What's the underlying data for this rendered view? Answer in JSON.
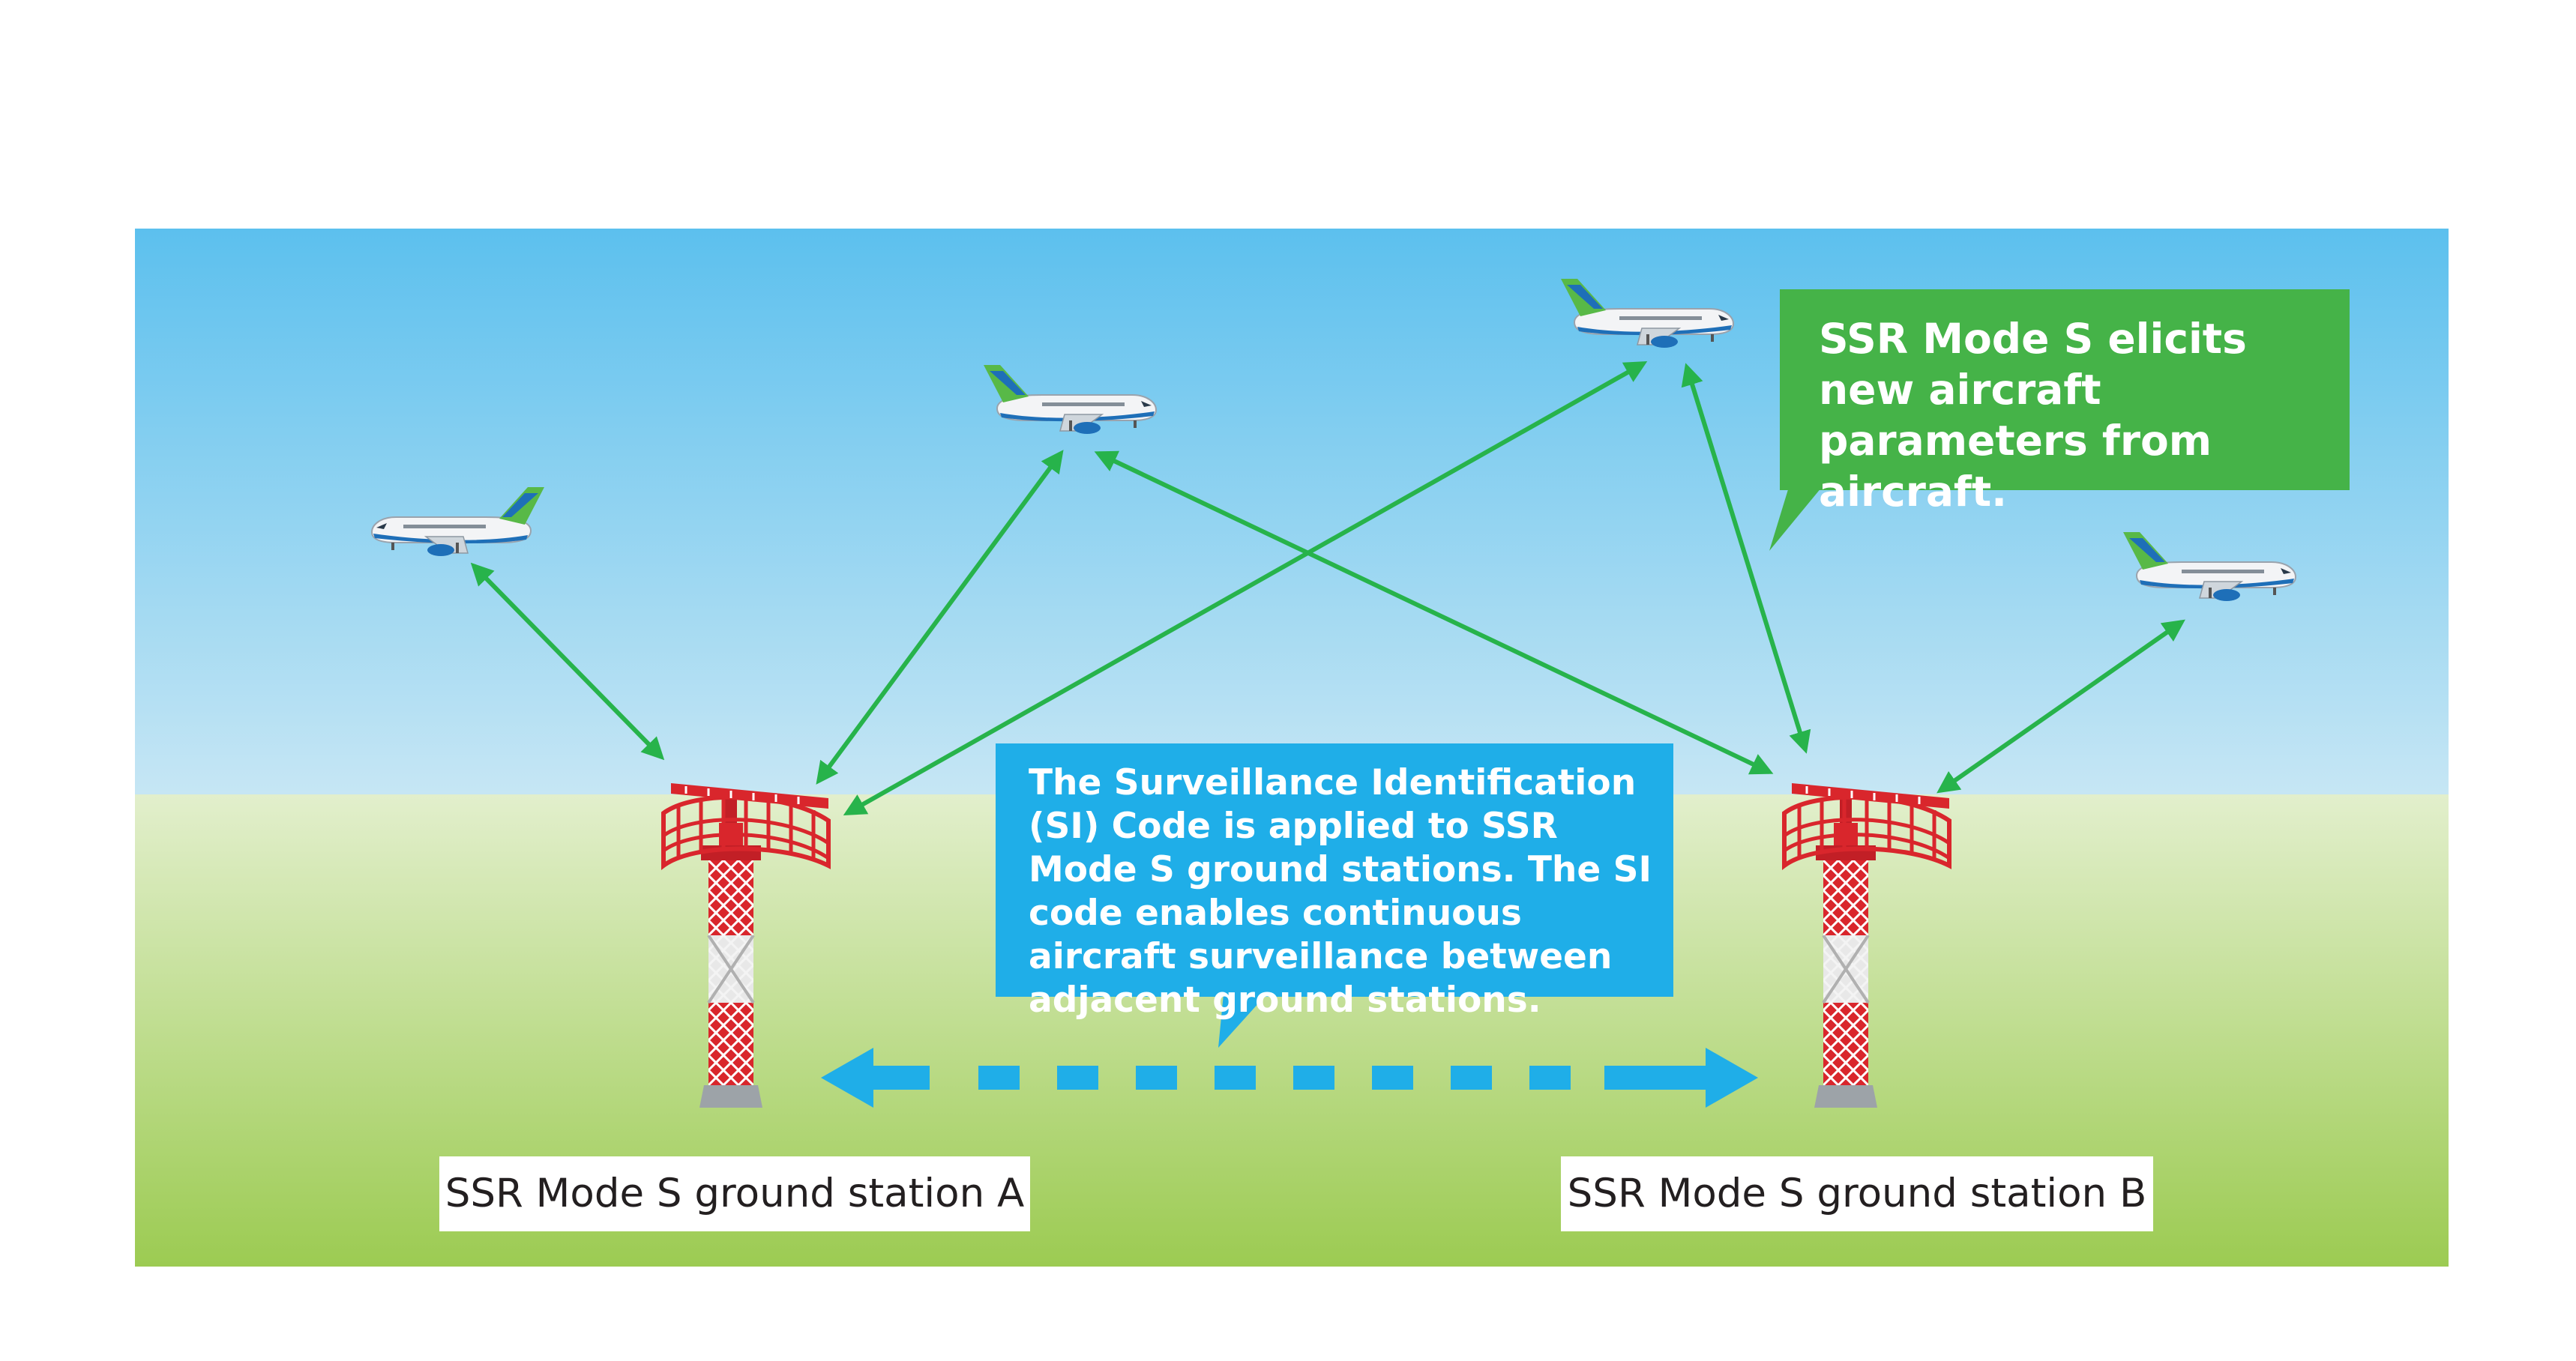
{
  "callouts": {
    "new_parameters": "SSR Mode S elicits new aircraft parameters from aircraft.",
    "si_code": "The Surveillance Identification (SI) Code is applied to SSR Mode S ground stations. The SI code enables continuous aircraft surveillance between adjacent ground stations."
  },
  "stations": {
    "a_label": "SSR Mode S ground station A",
    "b_label": "SSR Mode S ground station B"
  },
  "colors": {
    "sky_top": "#5cc0ee",
    "sky_bottom": "#c6e6f4",
    "ground_top": "#e2efcc",
    "ground_bottom": "#9ccb52",
    "signal_arrow": "#27b34b",
    "link_arrow": "#1faee8",
    "tower_red": "#d9262c",
    "callout_green": "#45b348",
    "callout_blue": "#1faee8"
  },
  "icons": [
    "airplane-icon",
    "radar-antenna-icon",
    "lattice-tower-icon"
  ]
}
